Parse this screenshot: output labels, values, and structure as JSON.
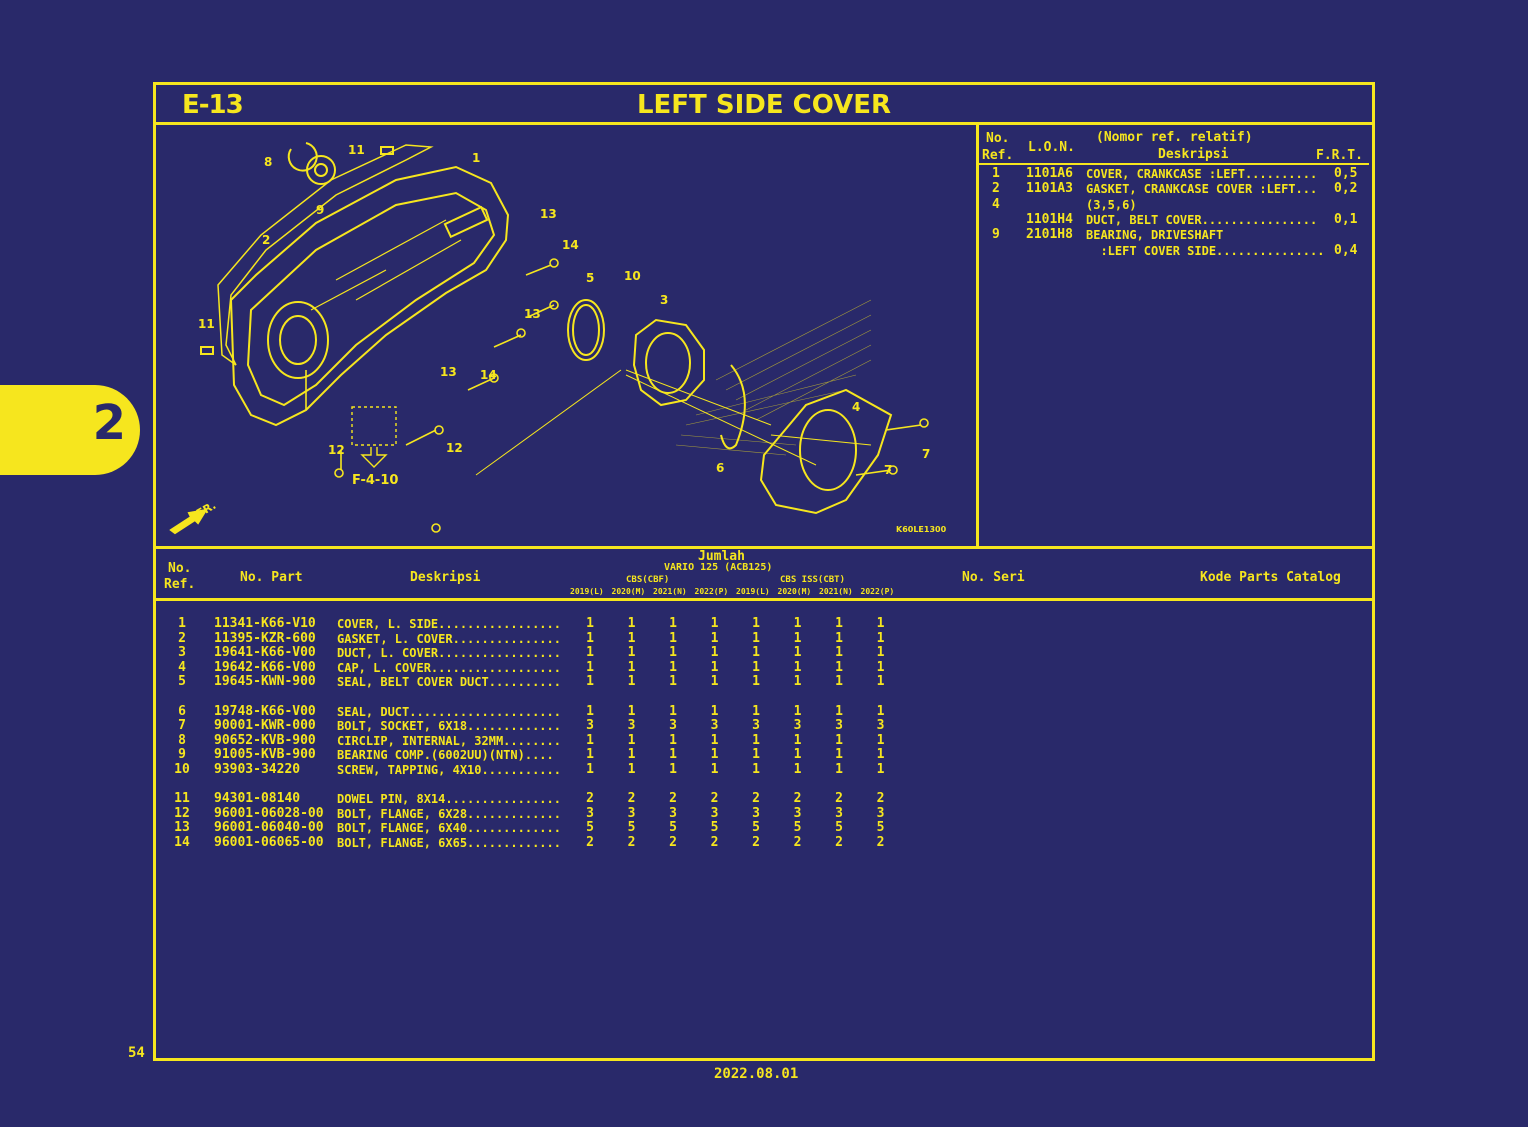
{
  "page": {
    "section_code": "E-13",
    "title": "LEFT SIDE COVER",
    "page_number": "54",
    "date": "2022.08.01",
    "side_tab": "2"
  },
  "diagram": {
    "callouts": [
      "8",
      "11",
      "1",
      "9",
      "2",
      "13",
      "14",
      "5",
      "10",
      "3",
      "11",
      "13",
      "13",
      "14",
      "12",
      "12",
      "6",
      "4",
      "7",
      "7"
    ],
    "reference": "F-4-10",
    "front_label": "FR.",
    "drawing_code": "K60LE1300"
  },
  "flat_rate": {
    "headers": {
      "no_ref_1": "No.",
      "no_ref_2": "Ref.",
      "lon": "L.O.N.",
      "desc_1": "(Nomor ref. relatif)",
      "desc_2": "Deskripsi",
      "frt": "F.R.T."
    },
    "rows": [
      {
        "ref": "1",
        "lon": "1101A6",
        "desc": "COVER, CRANKCASE :LEFT..........",
        "frt": "0,5"
      },
      {
        "ref": "2",
        "lon": "1101A3",
        "desc": "GASKET, CRANKCASE COVER :LEFT...",
        "frt": "0,2"
      },
      {
        "ref": "4",
        "lon": "",
        "desc": "(3,5,6)",
        "frt": ""
      },
      {
        "ref": "",
        "lon": "1101H4",
        "desc": "DUCT, BELT COVER................",
        "frt": "0,1"
      },
      {
        "ref": "9",
        "lon": "2101H8",
        "desc": "BEARING, DRIVESHAFT",
        "frt": ""
      },
      {
        "ref": "",
        "lon": "",
        "desc": "  :LEFT COVER SIDE...............",
        "frt": "0,4"
      }
    ]
  },
  "parts_table": {
    "headers": {
      "no_ref_1": "No.",
      "no_ref_2": "Ref.",
      "part_no": "No. Part",
      "desc": "Deskripsi",
      "jumlah": "Jumlah",
      "model": "VARIO 125 (ACB125)",
      "group1": "CBS(CBF)",
      "group2": "CBS ISS(CBT)",
      "years": [
        "2019(L)",
        "2020(M)",
        "2021(N)",
        "2022(P)",
        "2019(L)",
        "2020(M)",
        "2021(N)",
        "2022(P)"
      ],
      "serial": "No. Seri",
      "catalog": "Kode Parts Catalog"
    },
    "rows": [
      {
        "ref": "1",
        "part": "11341-K66-V10",
        "desc": "COVER, L. SIDE.................",
        "qty": [
          "1",
          "1",
          "1",
          "1",
          "1",
          "1",
          "1",
          "1"
        ]
      },
      {
        "ref": "2",
        "part": "11395-KZR-600",
        "desc": "GASKET, L. COVER...............",
        "qty": [
          "1",
          "1",
          "1",
          "1",
          "1",
          "1",
          "1",
          "1"
        ]
      },
      {
        "ref": "3",
        "part": "19641-K66-V00",
        "desc": "DUCT, L. COVER.................",
        "qty": [
          "1",
          "1",
          "1",
          "1",
          "1",
          "1",
          "1",
          "1"
        ]
      },
      {
        "ref": "4",
        "part": "19642-K66-V00",
        "desc": "CAP, L. COVER..................",
        "qty": [
          "1",
          "1",
          "1",
          "1",
          "1",
          "1",
          "1",
          "1"
        ]
      },
      {
        "ref": "5",
        "part": "19645-KWN-900",
        "desc": "SEAL, BELT COVER DUCT..........",
        "qty": [
          "1",
          "1",
          "1",
          "1",
          "1",
          "1",
          "1",
          "1"
        ]
      },
      {
        "ref": "6",
        "part": "19748-K66-V00",
        "desc": "SEAL, DUCT.....................",
        "qty": [
          "1",
          "1",
          "1",
          "1",
          "1",
          "1",
          "1",
          "1"
        ]
      },
      {
        "ref": "7",
        "part": "90001-KWR-000",
        "desc": "BOLT, SOCKET, 6X18.............",
        "qty": [
          "3",
          "3",
          "3",
          "3",
          "3",
          "3",
          "3",
          "3"
        ]
      },
      {
        "ref": "8",
        "part": "90652-KVB-900",
        "desc": "CIRCLIP, INTERNAL, 32MM........",
        "qty": [
          "1",
          "1",
          "1",
          "1",
          "1",
          "1",
          "1",
          "1"
        ]
      },
      {
        "ref": "9",
        "part": "91005-KVB-900",
        "desc": "BEARING COMP.(6002UU)(NTN)....",
        "qty": [
          "1",
          "1",
          "1",
          "1",
          "1",
          "1",
          "1",
          "1"
        ]
      },
      {
        "ref": "10",
        "part": "93903-34220",
        "desc": "SCREW, TAPPING, 4X10...........",
        "qty": [
          "1",
          "1",
          "1",
          "1",
          "1",
          "1",
          "1",
          "1"
        ]
      },
      {
        "ref": "11",
        "part": "94301-08140",
        "desc": "DOWEL PIN, 8X14................",
        "qty": [
          "2",
          "2",
          "2",
          "2",
          "2",
          "2",
          "2",
          "2"
        ]
      },
      {
        "ref": "12",
        "part": "96001-06028-00",
        "desc": "BOLT, FLANGE, 6X28.............",
        "qty": [
          "3",
          "3",
          "3",
          "3",
          "3",
          "3",
          "3",
          "3"
        ]
      },
      {
        "ref": "13",
        "part": "96001-06040-00",
        "desc": "BOLT, FLANGE, 6X40.............",
        "qty": [
          "5",
          "5",
          "5",
          "5",
          "5",
          "5",
          "5",
          "5"
        ]
      },
      {
        "ref": "14",
        "part": "96001-06065-00",
        "desc": "BOLT, FLANGE, 6X65.............",
        "qty": [
          "2",
          "2",
          "2",
          "2",
          "2",
          "2",
          "2",
          "2"
        ]
      }
    ]
  },
  "colors": {
    "background": "#29296a",
    "ink": "#f6e61e"
  }
}
